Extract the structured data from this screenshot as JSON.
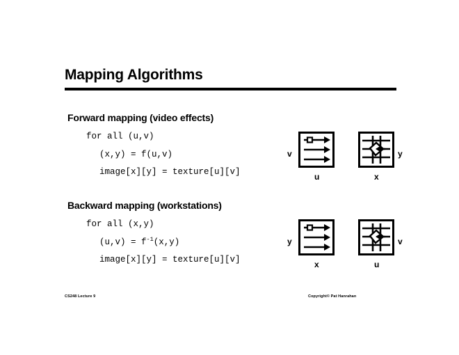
{
  "slide": {
    "title": "Mapping Algorithms",
    "sections": [
      {
        "id": "forward",
        "heading": "Forward mapping (video effects)",
        "code": [
          "for all (u,v)",
          "(x,y) = f(u,v)",
          "image[x][y] = texture[u][v]"
        ],
        "code_inverse_base": "(u,v) = f",
        "diagram": {
          "source": {
            "vertical_axis_label": "v",
            "horizontal_axis_label": "u",
            "kind": "regular-grid-with-arrows"
          },
          "destination": {
            "vertical_axis_label": "y",
            "horizontal_axis_label": "x",
            "kind": "skewed-grid-with-distorted-pixel"
          }
        }
      },
      {
        "id": "backward",
        "heading": "Backward mapping (workstations)",
        "code": [
          "for all (x,y)",
          "(u,v) = f",
          "image[x][y] = texture[u][v]"
        ],
        "inverse_exponent": "-1",
        "inverse_tail": "(x,y)",
        "diagram": {
          "source": {
            "vertical_axis_label": "y",
            "horizontal_axis_label": "x",
            "kind": "regular-grid-with-arrows"
          },
          "destination": {
            "vertical_axis_label": "v",
            "horizontal_axis_label": "u",
            "kind": "skewed-grid-with-distorted-pixel"
          }
        }
      }
    ],
    "footer": {
      "left": "CS248 Lecture 9",
      "right": "Copyright© Pat Hanrahan"
    },
    "colors": {
      "background": "#ffffff",
      "ink": "#000000"
    }
  }
}
